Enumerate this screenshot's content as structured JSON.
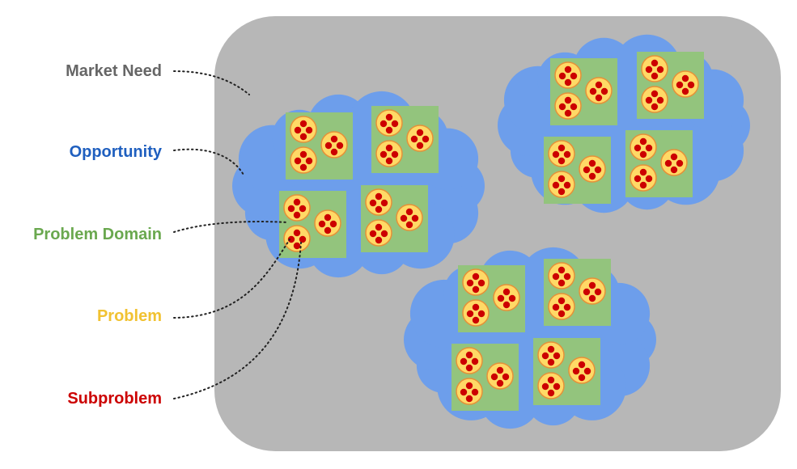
{
  "labels": [
    {
      "key": "market_need",
      "text": "Market Need",
      "color": "#666666"
    },
    {
      "key": "opportunity",
      "text": "Opportunity",
      "color": "#1f5fbf"
    },
    {
      "key": "problem_domain",
      "text": "Problem Domain",
      "color": "#6aa84f"
    },
    {
      "key": "problem",
      "text": "Problem",
      "color": "#f1c232"
    },
    {
      "key": "subproblem",
      "text": "Subproblem",
      "color": "#cc0000"
    }
  ],
  "colors": {
    "market_need_fill": "#b7b7b7",
    "opportunity_fill": "#6d9eeb",
    "problem_domain_fill": "#93c47d",
    "problem_fill": "#ffd966",
    "problem_stroke": "#e69138",
    "subproblem_fill": "#cc0000",
    "leader_line": "#222222"
  },
  "structure": {
    "opportunities": 3,
    "problem_domains_per_opportunity": 4,
    "problems_per_domain": 3,
    "subproblems_per_problem": 4
  }
}
